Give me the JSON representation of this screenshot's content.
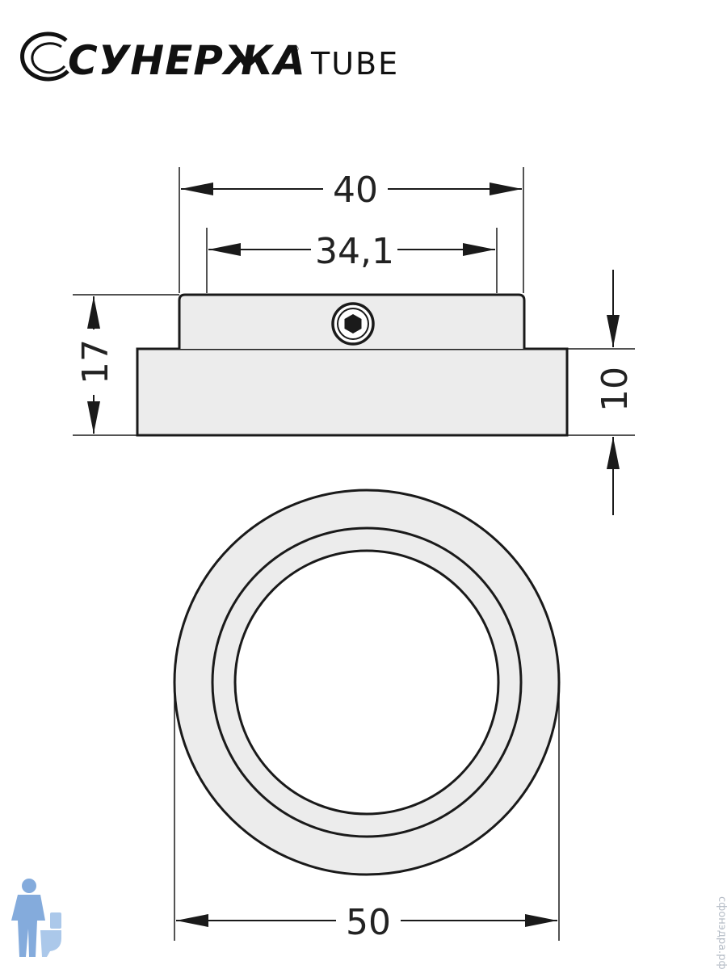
{
  "brand": {
    "name": "СУНЕРЖА",
    "registered_mark": "®",
    "product_line": "TUBE",
    "logo_icon": "ring-swoosh-icon"
  },
  "drawing": {
    "dimensions": {
      "outer_top_width": "40",
      "inner_top_width": "34,1",
      "total_height": "17",
      "base_height": "10",
      "base_diameter": "50"
    },
    "fastener_icon": "hex-socket-screw-icon"
  },
  "watermark": {
    "mascot_icon": "plumber-mascot-icon",
    "site_text": "сфонэдра.рф"
  },
  "colors": {
    "line": "#1a1a1a",
    "fill": "#ececec",
    "background": "#ffffff",
    "watermark": "#b5bcc6",
    "mascot": "#5b8fd1"
  }
}
